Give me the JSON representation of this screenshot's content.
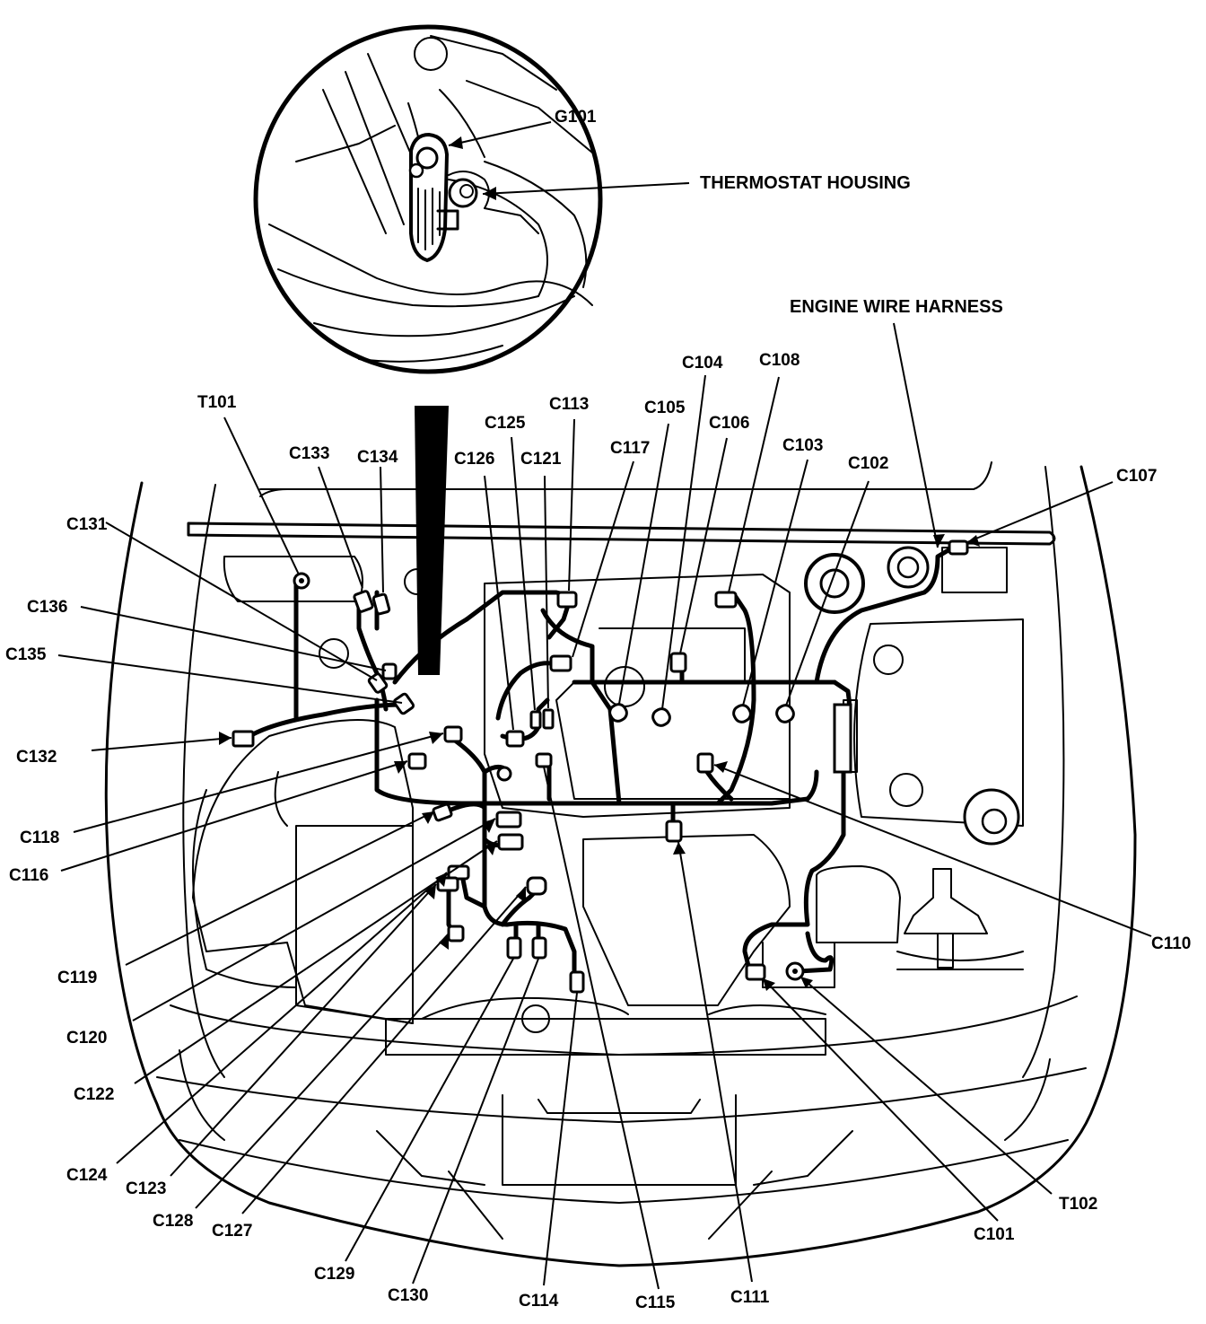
{
  "labels": {
    "g101": "G101",
    "thermostat_housing": "THERMOSTAT HOUSING",
    "engine_wire_harness": "ENGINE WIRE HARNESS",
    "t101": "T101",
    "t102": "T102",
    "c101": "C101",
    "c102": "C102",
    "c103": "C103",
    "c104": "C104",
    "c105": "C105",
    "c106": "C106",
    "c107": "C107",
    "c108": "C108",
    "c110": "C110",
    "c111": "C111",
    "c113": "C113",
    "c114": "C114",
    "c115": "C115",
    "c116": "C116",
    "c117": "C117",
    "c118": "C118",
    "c119": "C119",
    "c120": "C120",
    "c121": "C121",
    "c122": "C122",
    "c123": "C123",
    "c124": "C124",
    "c125": "C125",
    "c126": "C126",
    "c127": "C127",
    "c128": "C128",
    "c129": "C129",
    "c130": "C130",
    "c131": "C131",
    "c132": "C132",
    "c133": "C133",
    "c134": "C134",
    "c135": "C135",
    "c136": "C136"
  }
}
